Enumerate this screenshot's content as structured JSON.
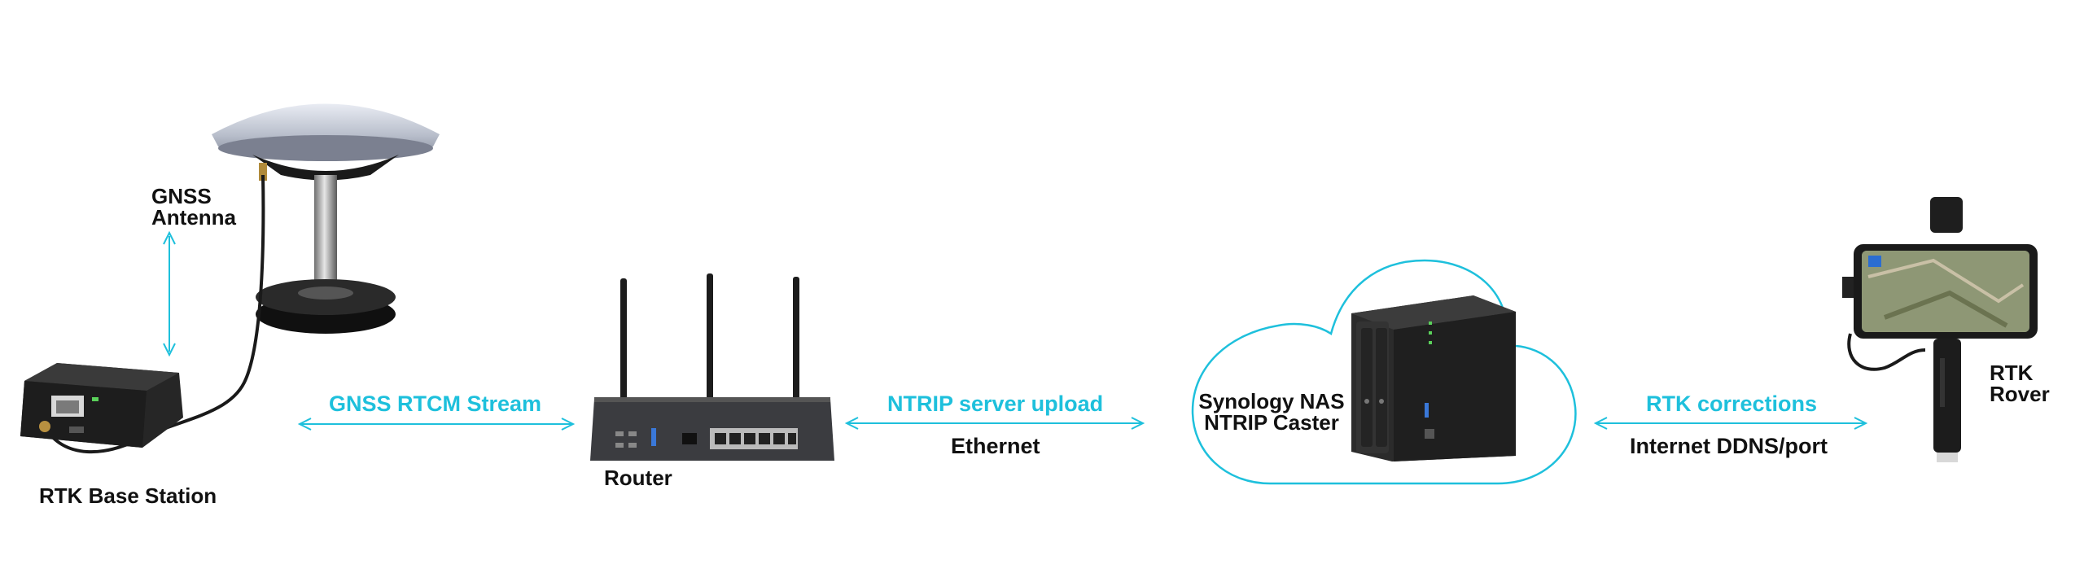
{
  "colors": {
    "accent": "#1ec0dc",
    "text": "#111111",
    "device_dark": "#2b2b2b"
  },
  "nodes": {
    "antenna": {
      "line1": "GNSS",
      "line2": "Antenna",
      "icon": "gnss-antenna-icon"
    },
    "base_station": {
      "label": "RTK Base Station",
      "icon": "rtk-base-station-icon"
    },
    "router": {
      "label": "Router",
      "icon": "router-icon"
    },
    "nas": {
      "line1": "Synology NAS",
      "line2": "NTRIP Caster",
      "icon": "nas-icon",
      "cloud_icon": "cloud-icon"
    },
    "rover": {
      "line1": "RTK",
      "line2": "Rover",
      "icon": "rtk-rover-icon"
    }
  },
  "links": {
    "stream": {
      "top": "GNSS RTCM Stream",
      "bottom": ""
    },
    "upload": {
      "top": "NTRIP server upload",
      "bottom": "Ethernet"
    },
    "corrections": {
      "top": "RTK corrections",
      "bottom": "Internet DDNS/port"
    }
  }
}
